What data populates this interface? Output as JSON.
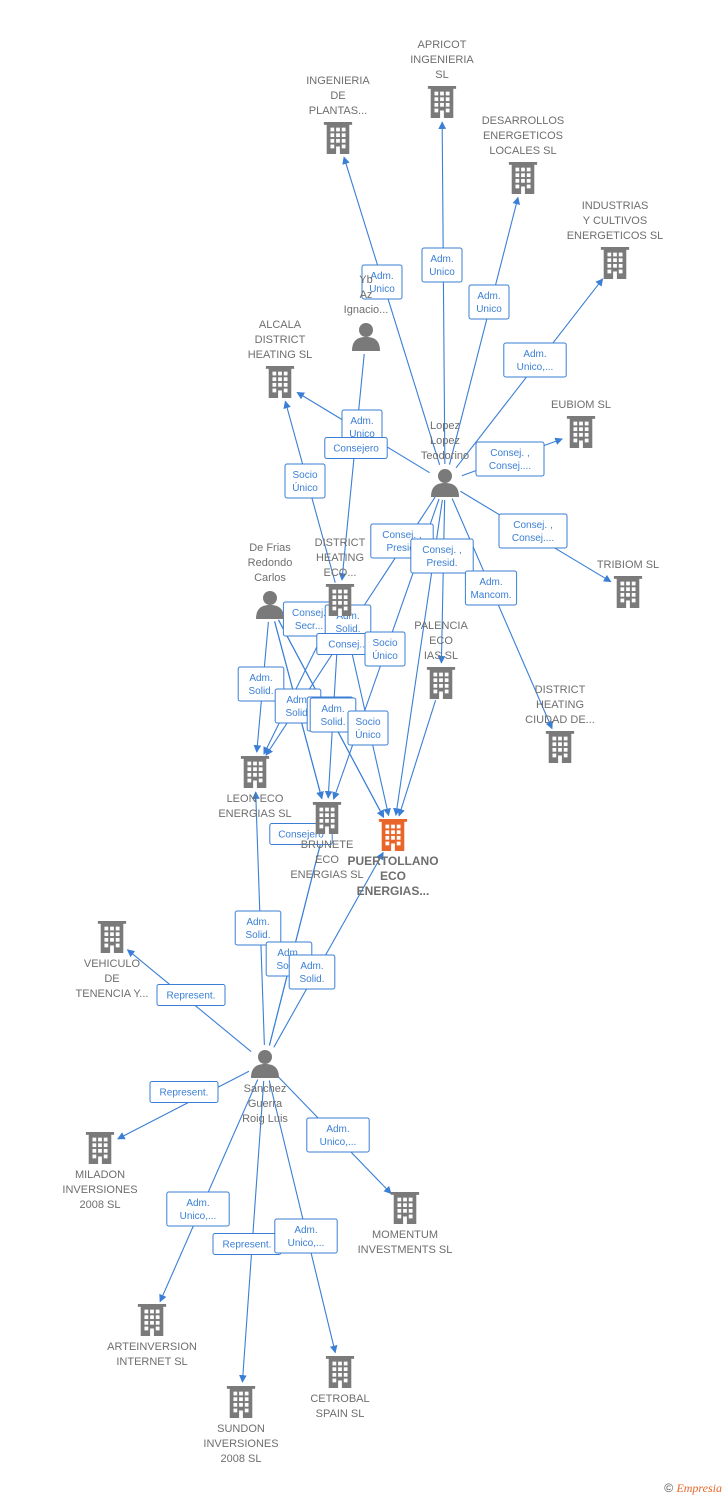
{
  "colors": {
    "edge": "#3a7fd5",
    "node": "#7a7a7a",
    "focus": "#e8662a"
  },
  "nodes": [
    {
      "id": "apricot",
      "kind": "company",
      "label": [
        "APRICOT",
        "INGENIERIA",
        "SL"
      ]
    },
    {
      "id": "ingenieria",
      "kind": "company",
      "label": [
        "INGENIERIA",
        "DE",
        "PLANTAS..."
      ]
    },
    {
      "id": "desarrollos",
      "kind": "company",
      "label": [
        "DESARROLLOS",
        "ENERGETICOS",
        "LOCALES SL"
      ]
    },
    {
      "id": "industrias",
      "kind": "company",
      "label": [
        "INDUSTRIAS",
        "Y CULTIVOS",
        "ENERGETICOS SL"
      ]
    },
    {
      "id": "ybarra",
      "kind": "person",
      "label": [
        "Yb",
        "Az",
        "Ignacio..."
      ]
    },
    {
      "id": "alcala",
      "kind": "company",
      "label": [
        "ALCALA",
        "DISTRICT",
        "HEATING SL"
      ]
    },
    {
      "id": "eubiom",
      "kind": "company",
      "label": [
        "EUBIOM SL"
      ]
    },
    {
      "id": "lopez",
      "kind": "person",
      "label": [
        "Lopez",
        "Lopez",
        "Teodorino"
      ]
    },
    {
      "id": "tribiom",
      "kind": "company",
      "label": [
        "TRIBIOM SL"
      ]
    },
    {
      "id": "defrias",
      "kind": "person",
      "label": [
        "De Frias",
        "Redondo",
        "Carlos"
      ]
    },
    {
      "id": "districtheat",
      "kind": "company",
      "label": [
        "DISTRICT",
        "HEATING",
        "ECO..."
      ]
    },
    {
      "id": "palencia",
      "kind": "company",
      "label": [
        "PALENCIA",
        "ECO",
        "IAS SL"
      ]
    },
    {
      "id": "districtciudad",
      "kind": "company",
      "label": [
        "DISTRICT",
        "HEATING",
        "CIUDAD DE..."
      ]
    },
    {
      "id": "leon",
      "kind": "company",
      "label": [
        "LEON ECO",
        "ENERGIAS SL"
      ]
    },
    {
      "id": "brunete",
      "kind": "company",
      "label": [
        "BRUNETE",
        "ECO",
        "ENERGIAS SL"
      ]
    },
    {
      "id": "puertollano",
      "kind": "focus",
      "label": [
        "PUERTOLLANO",
        "ECO",
        "ENERGIAS..."
      ]
    },
    {
      "id": "vehiculo",
      "kind": "company",
      "label": [
        "VEHICULO",
        "DE",
        "TENENCIA Y..."
      ]
    },
    {
      "id": "sanchez",
      "kind": "person",
      "label": [
        "Sanchez",
        "Guerra",
        "Roig Luis"
      ]
    },
    {
      "id": "miladon",
      "kind": "company",
      "label": [
        "MILADON",
        "INVERSIONES",
        "2008 SL"
      ]
    },
    {
      "id": "momentum",
      "kind": "company",
      "label": [
        "MOMENTUM",
        "INVESTMENTS SL"
      ]
    },
    {
      "id": "arteinversion",
      "kind": "company",
      "label": [
        "ARTEINVERSION",
        "INTERNET SL"
      ]
    },
    {
      "id": "cetrobal",
      "kind": "company",
      "label": [
        "CETROBAL",
        "SPAIN SL"
      ]
    },
    {
      "id": "sundon",
      "kind": "company",
      "label": [
        "SUNDON",
        "INVERSIONES",
        "2008 SL"
      ]
    }
  ],
  "edge_labels": [
    [
      "Socio",
      "Único"
    ],
    [
      "Adm.",
      "Unico"
    ],
    [
      "Adm.",
      "Unico"
    ],
    [
      "Adm.",
      "Unico"
    ],
    [
      "Adm.",
      "Unico,..."
    ],
    [
      "Adm.",
      "Unico"
    ],
    [
      "Consejero"
    ],
    [
      "Socio",
      "Único"
    ],
    [
      "Consej. ,",
      "Consej...."
    ],
    [
      "Consej. ,",
      "Consej...."
    ],
    [
      "Consej. ,",
      "Presid."
    ],
    [
      "Consej. ,",
      "Presid."
    ],
    [
      "Adm.",
      "Mancom."
    ],
    [
      "Consej.",
      "Secr..."
    ],
    [
      "Adm.",
      "Solid."
    ],
    [
      "Consej..."
    ],
    [
      "Socio",
      "Único"
    ],
    [
      "Adm.",
      "Solid."
    ],
    [
      "Adm.",
      "Solid."
    ],
    [
      "Adm.",
      "Solid."
    ],
    [
      "Adm.",
      "Solid."
    ],
    [
      "Socio",
      "Único"
    ],
    [
      "Consejero"
    ],
    [
      "Adm.",
      "Solid."
    ],
    [
      "Adm.",
      "Solid."
    ],
    [
      "Adm.",
      "Solid."
    ],
    [
      "Represent."
    ],
    [
      "Represent."
    ],
    [
      "Adm.",
      "Unico,..."
    ],
    [
      "Adm.",
      "Unico,..."
    ],
    [
      "Represent."
    ],
    [
      "Adm.",
      "Unico,..."
    ]
  ],
  "footer": {
    "copyright": "©",
    "brand": "Empresia"
  }
}
